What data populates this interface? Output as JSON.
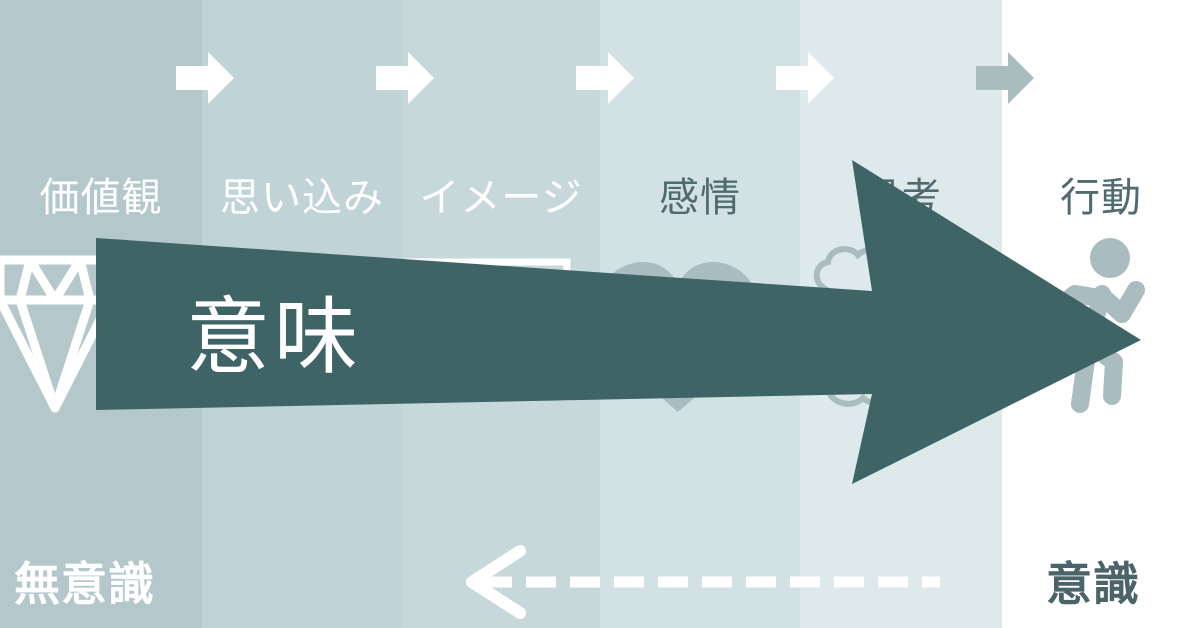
{
  "columns": [
    {
      "label": "価値観",
      "icon": "diamond-icon",
      "bg": "#b4c8cb",
      "label_color": "#ffffff"
    },
    {
      "label": "思い込み",
      "icon": "lock-icon",
      "bg": "#c0d3d6",
      "label_color": "#ffffff"
    },
    {
      "label": "イメージ",
      "icon": "picture-frame-icon",
      "bg": "#c7d8da",
      "label_color": "#ffffff"
    },
    {
      "label": "感情",
      "icon": "heart-icon",
      "bg": "#d2e1e3",
      "label_color": "#4f6b70"
    },
    {
      "label": "思考",
      "icon": "brain-icon",
      "bg": "#dde9ea",
      "label_color": "#4f6b70"
    },
    {
      "label": "行動",
      "icon": "running-person-icon",
      "bg": "#ffffff",
      "label_color": "#4f6b70"
    }
  ],
  "bottom": {
    "unconscious": "無意識",
    "conscious": "意識"
  },
  "main_arrow": {
    "label": "意味",
    "color": "#3f6466"
  },
  "colors": {
    "step_arrow_light": "#ffffff",
    "step_arrow_dark": "#a9bdbf",
    "dashed_arrow": "#ffffff",
    "icon_dark": "#a9bcbf"
  }
}
